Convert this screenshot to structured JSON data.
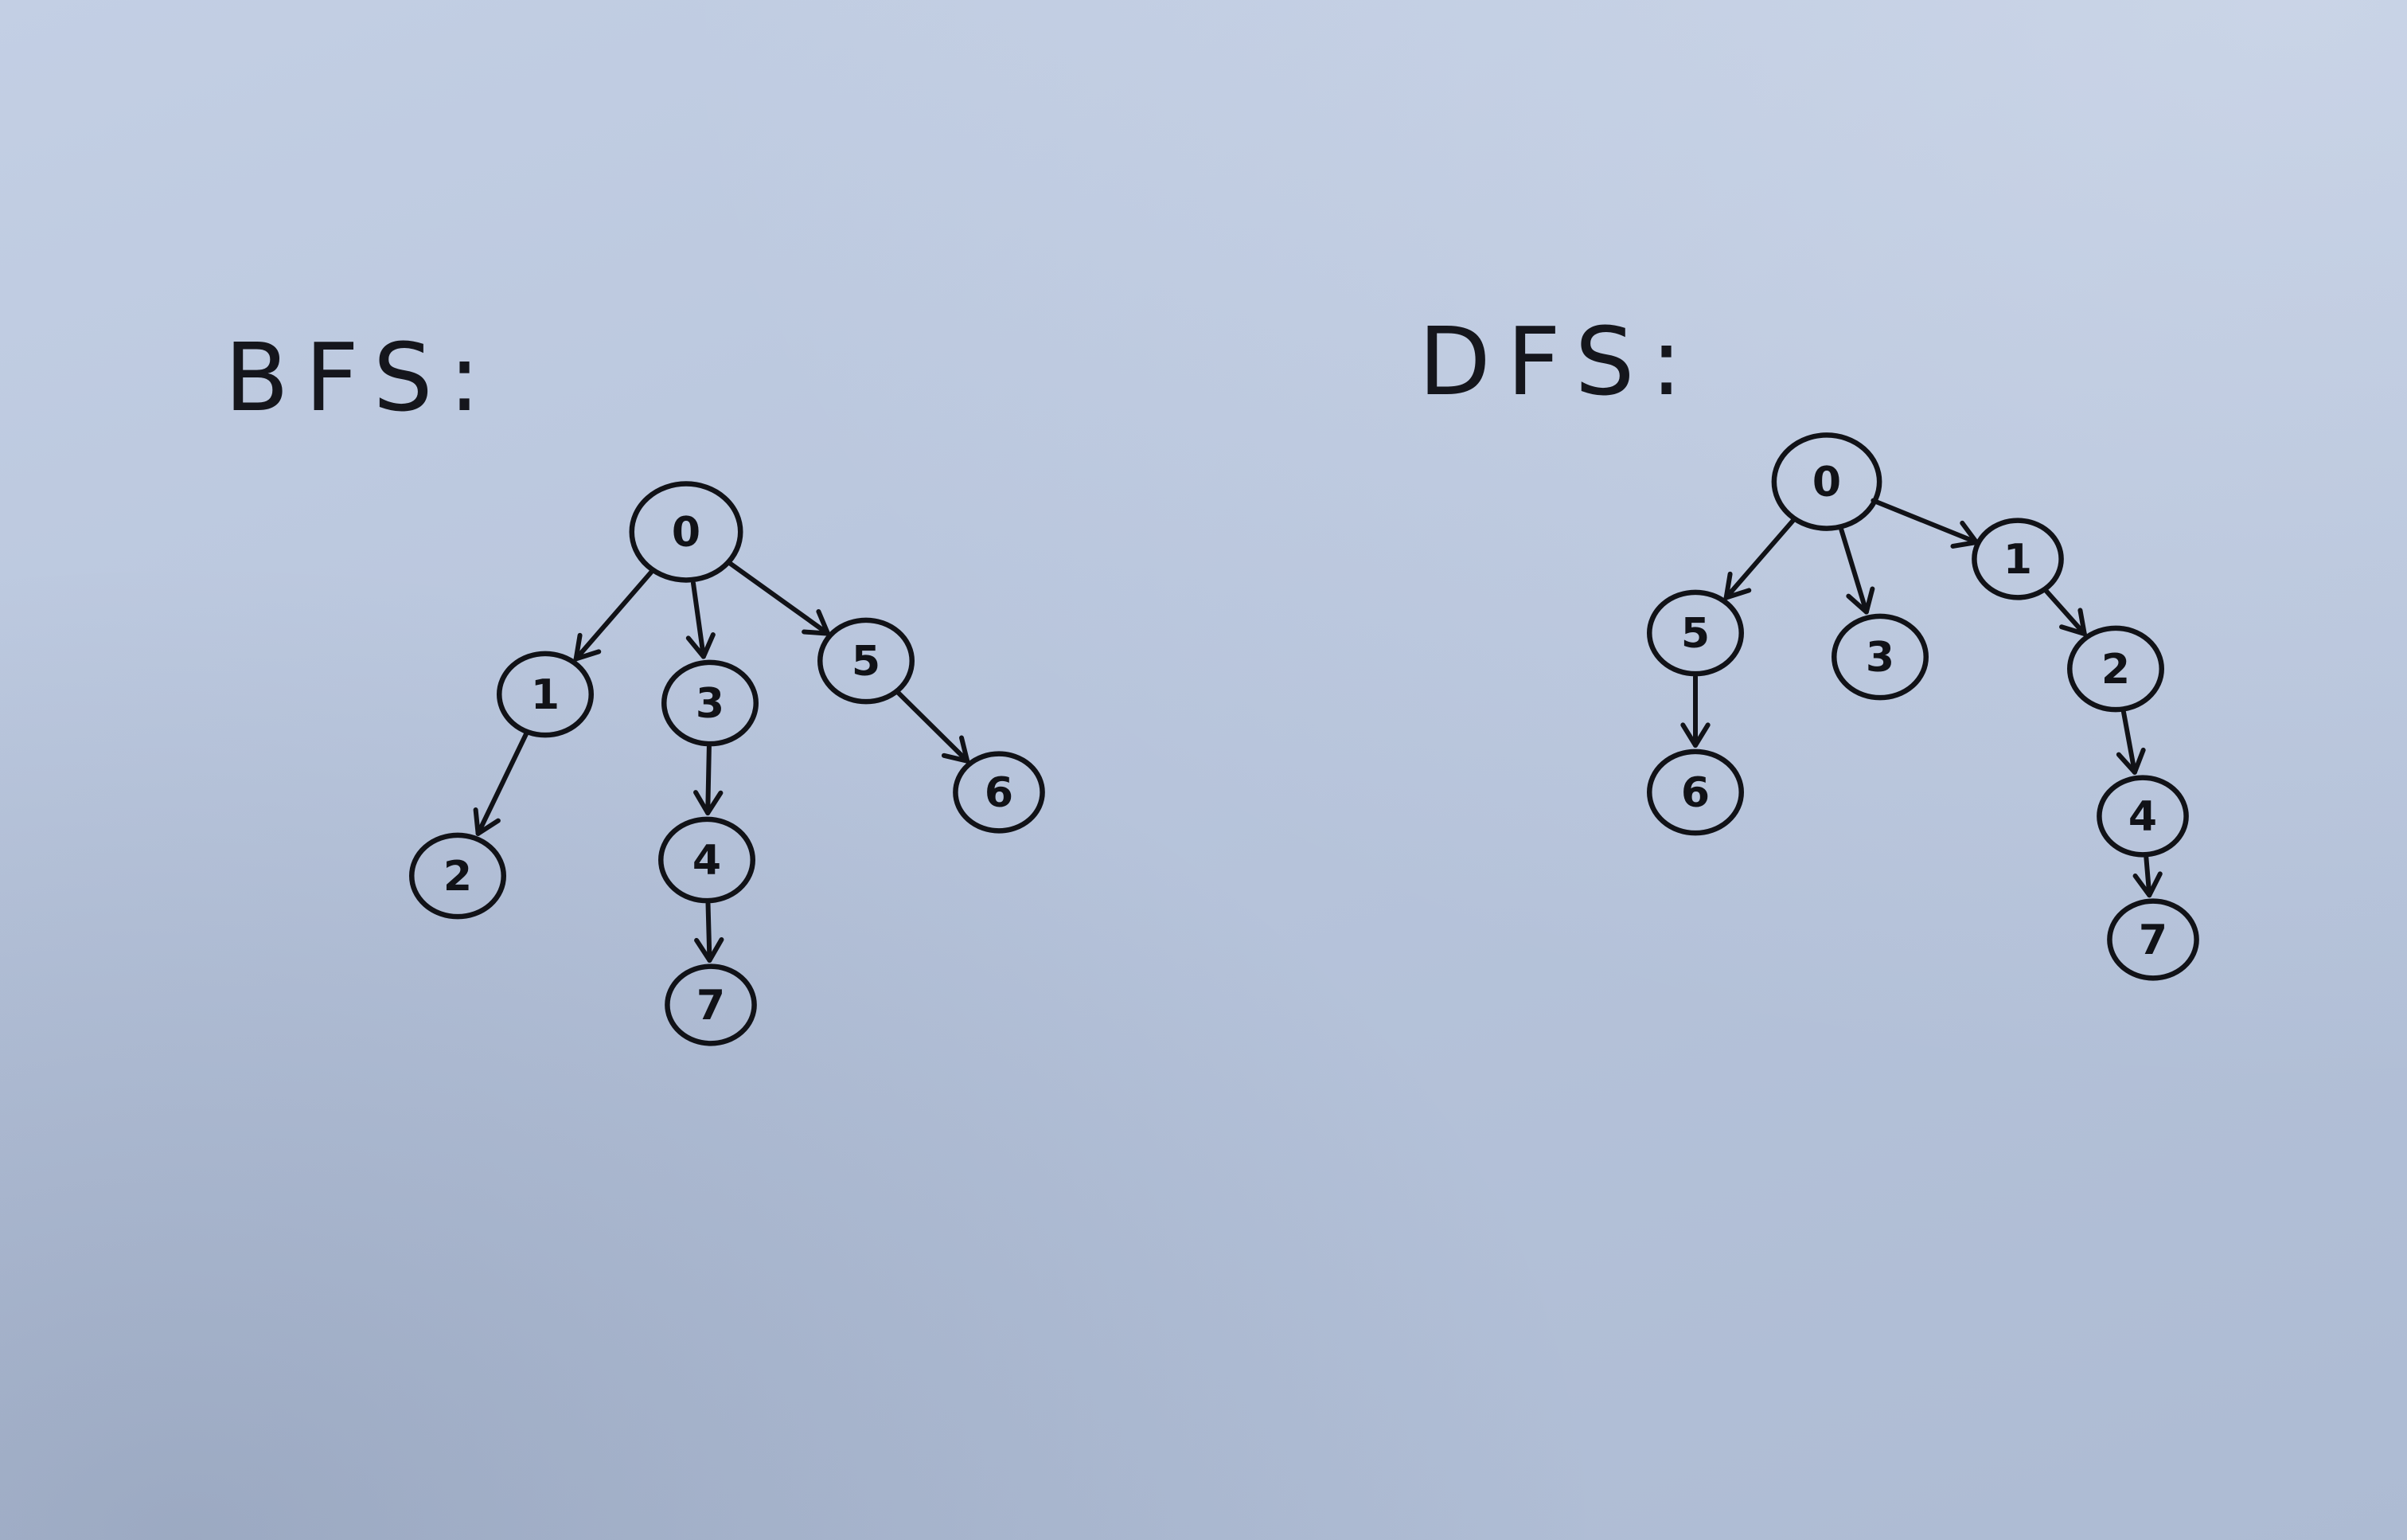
{
  "diagrams": [
    {
      "title": "BFS:",
      "nodes": [
        {
          "id": "0",
          "label": "0"
        },
        {
          "id": "1",
          "label": "1"
        },
        {
          "id": "3",
          "label": "3"
        },
        {
          "id": "5",
          "label": "5"
        },
        {
          "id": "2",
          "label": "2"
        },
        {
          "id": "4",
          "label": "4"
        },
        {
          "id": "6",
          "label": "6"
        },
        {
          "id": "7",
          "label": "7"
        }
      ],
      "edges": [
        {
          "from": "0",
          "to": "1"
        },
        {
          "from": "0",
          "to": "3"
        },
        {
          "from": "0",
          "to": "5"
        },
        {
          "from": "1",
          "to": "2"
        },
        {
          "from": "3",
          "to": "4"
        },
        {
          "from": "4",
          "to": "7"
        },
        {
          "from": "5",
          "to": "6"
        }
      ]
    },
    {
      "title": "DFS:",
      "nodes": [
        {
          "id": "0",
          "label": "0"
        },
        {
          "id": "5",
          "label": "5"
        },
        {
          "id": "3",
          "label": "3"
        },
        {
          "id": "1",
          "label": "1"
        },
        {
          "id": "6",
          "label": "6"
        },
        {
          "id": "2",
          "label": "2"
        },
        {
          "id": "4",
          "label": "4"
        },
        {
          "id": "7",
          "label": "7"
        }
      ],
      "edges": [
        {
          "from": "0",
          "to": "5"
        },
        {
          "from": "0",
          "to": "3"
        },
        {
          "from": "0",
          "to": "1"
        },
        {
          "from": "5",
          "to": "6"
        },
        {
          "from": "1",
          "to": "2"
        },
        {
          "from": "2",
          "to": "4"
        },
        {
          "from": "4",
          "to": "7"
        }
      ]
    }
  ],
  "colors": {
    "ink": "#111217",
    "paper": "#b8c5dc"
  }
}
